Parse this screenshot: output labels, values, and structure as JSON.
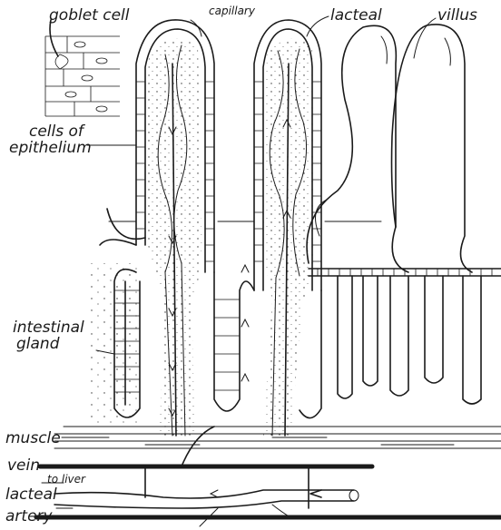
{
  "labels": {
    "goblet_cell": "goblet cell",
    "capillary": "capillary",
    "lacteal_top": "lacteal",
    "villus": "villus",
    "cells_of_line1": "cells of",
    "cells_of_line2": "epithelium",
    "intestinal_line1": "intestinal",
    "intestinal_line2": "gland",
    "muscle": "muscle",
    "vein": "vein",
    "to_liver": "to liver",
    "lacteal_bottom": "lacteal",
    "artery": "artery"
  }
}
